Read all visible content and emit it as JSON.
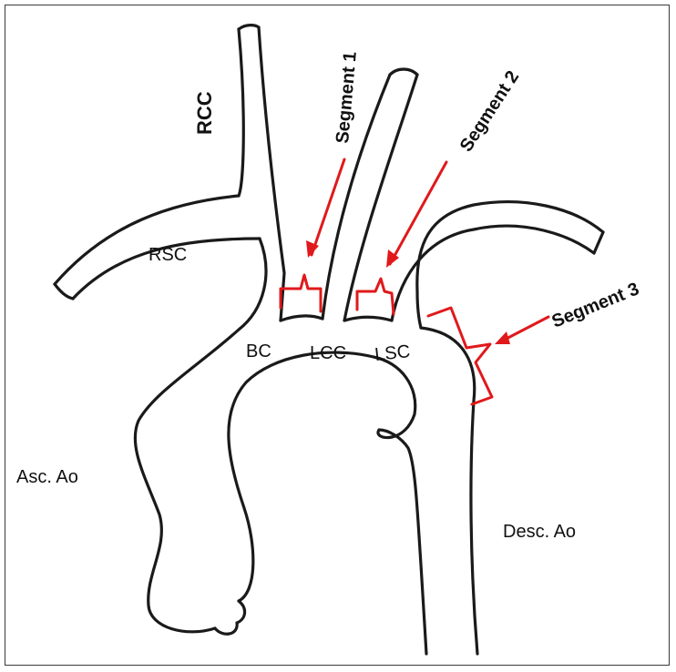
{
  "labels": {
    "rcc": "RCC",
    "rsc": "RSC",
    "bc": "BC",
    "lcc": "LCC",
    "lsc": "LSC",
    "asc_ao": "Asc. Ao",
    "desc_ao": "Desc. Ao"
  },
  "segments": {
    "segment1": "Segment 1",
    "segment2": "Segment 2",
    "segment3": "Segment 3"
  },
  "colors": {
    "outline": "#1a1a1a",
    "marker": "#e0191b"
  }
}
